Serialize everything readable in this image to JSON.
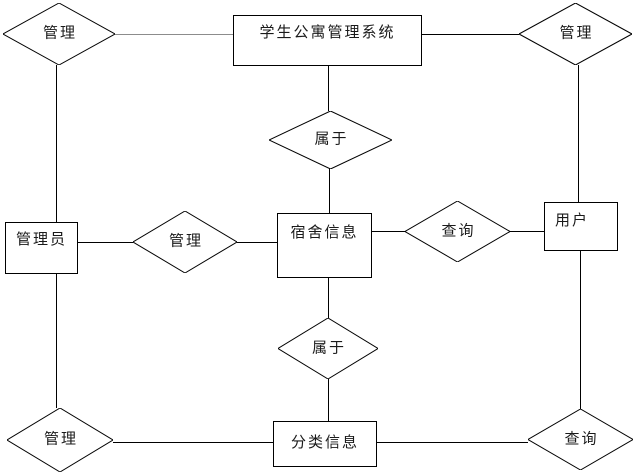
{
  "diagram": {
    "type": "er-flowchart",
    "title": "学生公寓管理系统",
    "entities": {
      "system": "学生公寓管理系统",
      "admin": "管理员",
      "dorm_info": "宿舍信息",
      "user": "用户",
      "category_info": "分类信息"
    },
    "relations": {
      "manage_top_left": "管理",
      "manage_top_right": "管理",
      "belongs_upper": "属于",
      "manage_middle": "管理",
      "query_middle": "查询",
      "belongs_lower": "属于",
      "manage_bottom_left": "管理",
      "query_bottom_right": "查询"
    },
    "edges": [
      "管理(左上) — 学生公寓管理系统",
      "学生公寓管理系统 — 管理(右上)",
      "学生公寓管理系统 — 属于(上) — 宿舍信息",
      "管理(左上) — 管理员",
      "管理员 — 管理(中) — 宿舍信息",
      "宿舍信息 — 查询(中) — 用户",
      "管理(右上) — 用户",
      "管理员 — 管理(左下) — 分类信息",
      "宿舍信息 — 属于(下) — 分类信息",
      "用户 — 查询(右下) — 分类信息"
    ],
    "colors": {
      "background": "#ffffff",
      "shape_stroke": "#000000",
      "connector": "#000000",
      "connector_gray": "#8c8c8c",
      "text": "#1a1a1a"
    }
  }
}
